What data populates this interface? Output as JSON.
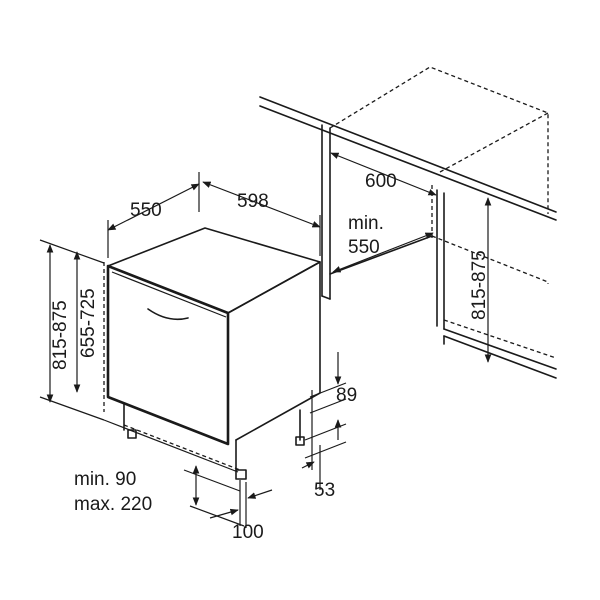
{
  "diagram": {
    "labels": {
      "depth": "550",
      "width": "598",
      "niche_width": "600",
      "niche_depth_line1": "min.",
      "niche_depth_line2": "550",
      "niche_height": "815-875",
      "height_outer": "815-875",
      "height_inner": "655-725",
      "plinth_gap": "89",
      "foot_height": "53",
      "plinth_range_line1": "min. 90",
      "plinth_range_line2": "max. 220",
      "foot_offset": "100"
    }
  }
}
